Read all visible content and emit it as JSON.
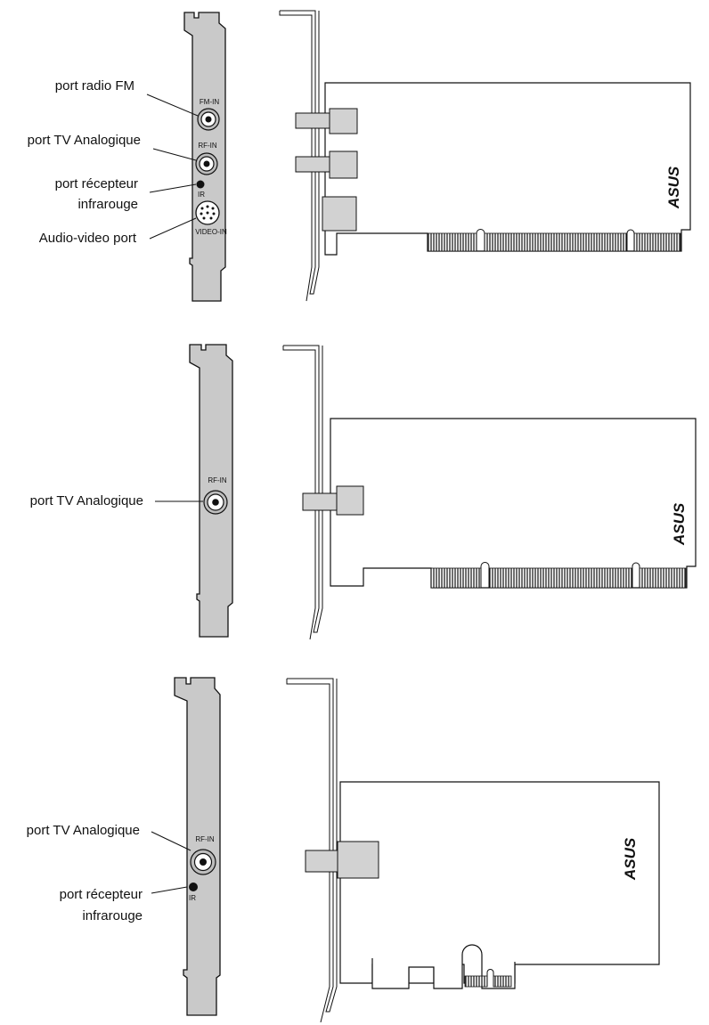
{
  "figure1": {
    "labels": {
      "fm_port": "port radio FM",
      "tv_port": "port TV Analogique",
      "ir_port_line1": "port récepteur",
      "ir_port_line2": "infrarouge",
      "av_port": "Audio-video port"
    },
    "bracket_text": {
      "fm_in": "FM-IN",
      "rf_in": "RF-IN",
      "ir": "IR",
      "video_in": "VIDEO-IN"
    },
    "logo": "ASUS"
  },
  "figure2": {
    "labels": {
      "tv_port": "port TV Analogique"
    },
    "bracket_text": {
      "rf_in": "RF-IN"
    },
    "logo": "ASUS"
  },
  "figure3": {
    "labels": {
      "tv_port": "port TV Analogique",
      "ir_port_line1": "port récepteur",
      "ir_port_line2": "infrarouge"
    },
    "bracket_text": {
      "rf_in": "RF-IN",
      "ir": "IR"
    },
    "logo": "ASUS"
  }
}
